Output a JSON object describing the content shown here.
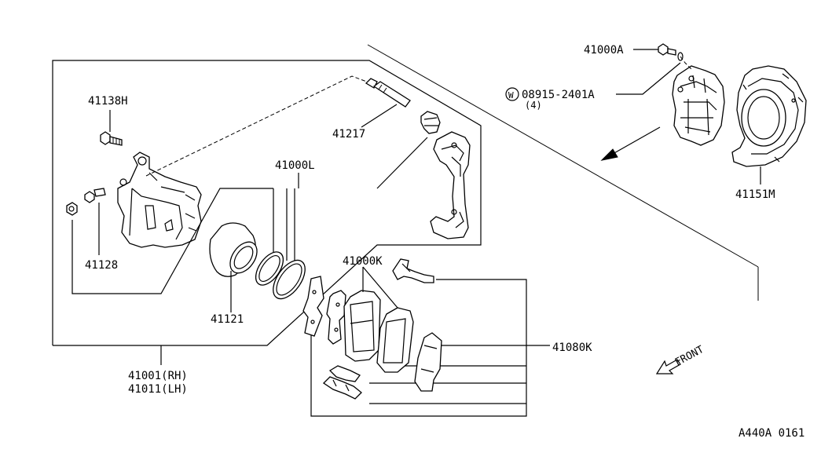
{
  "diagram": {
    "labels": {
      "p41000A": "41000A",
      "p08915": "08915-2401A",
      "p08915_qty": "(4)",
      "w_mark": "W",
      "p41138H": "41138H",
      "p41217": "41217",
      "p41000L": "41000L",
      "p41151M": "41151M",
      "p41128": "41128",
      "p41000K": "41000K",
      "p41121": "41121",
      "p41080K": "41080K",
      "p41001": "41001(RH)",
      "p41011": "41011(LH)",
      "front": "FRONT",
      "code": "A440A 0161"
    }
  }
}
